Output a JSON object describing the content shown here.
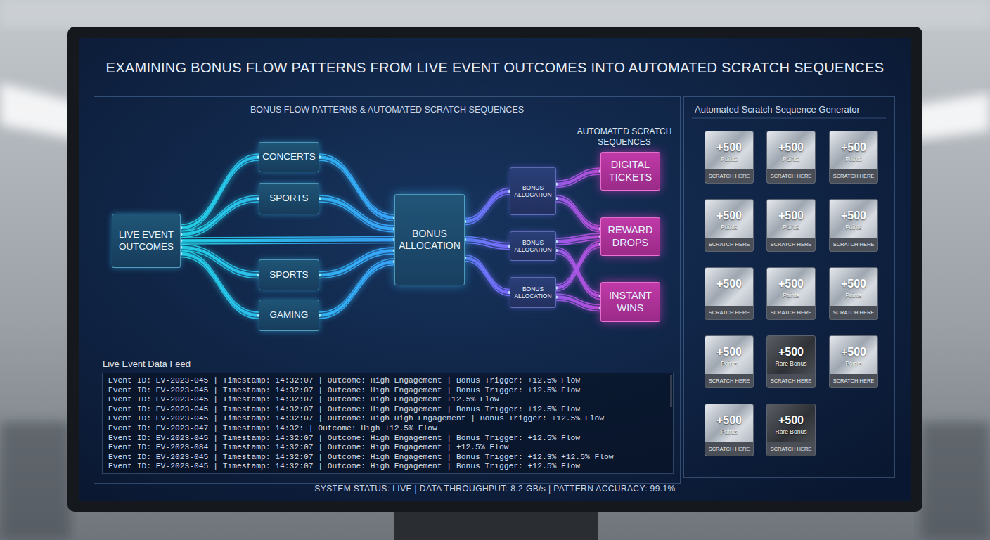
{
  "diagram": {
    "title": "EXAMINING BONUS FLOW PATTERNS FROM LIVE EVENT OUTCOMES INTO AUTOMATED SCRATCH SEQUENCES",
    "nodes": [
      {
        "text": [
          "BONUS FLOW PATTERNS & AUTOMATED SCRATCH SEQUENCES"
        ]
      },
      {
        "text": [
          "LIVE EVENT OUTCOMES"
        ],
        "in": 0
      },
      {
        "text": [
          "CONCERTS"
        ],
        "in": 0
      },
      {
        "text": [
          "SPORTS"
        ],
        "in": 0
      },
      {
        "text": [
          "SPORTS"
        ],
        "in": 0
      },
      {
        "text": [
          "GAMING"
        ],
        "in": 0
      },
      {
        "text": [
          "BONUS ALLOCATION"
        ],
        "in": 0
      },
      {
        "text": [
          "BONUS ALLOCATION"
        ],
        "in": 0
      },
      {
        "text": [
          "BONUS ALLOCATION"
        ],
        "in": 0
      },
      {
        "text": [
          "BONUS ALLOCATION"
        ],
        "in": 0
      },
      {
        "text": [
          "DIGITAL TICKETS"
        ],
        "in": 0
      },
      {
        "text": [
          "REWARD DROPS"
        ],
        "in": 0
      },
      {
        "text": [
          "INSTANT WINS"
        ],
        "in": 0
      },
      {
        "text": [
          "Live Event Data Feed",
          "Event ID: EV-2023-045 | Timestamp: 14:32:07 | Outcome: High Engagement | Bonus Trigger: +12.5% Flow",
          "Event ID: EV-2023-045 | Timestamp: 14:32:07 | Outcome: High Engagement | Bonus Trigger: +12.5% Flow",
          "Event ID: EV-2023-045 | Timestamp: 14:32:07 | Outcome: High Engagement +12.5% Flow",
          "Event ID: EV-2023-045 | Timestamp: 14:32:07 | Outcome: High Engagement | Bonus Trigger: +12.5% Flow",
          "Event ID: EV-2023-045 | Timestamp: 14:32:07 | Outcome: High High Engagement | Bonus Trigger: +12.5% Flow",
          "Event ID: EV-2023-047 | Timestamp: 14:32: | Outcome: High +12.5% Flow",
          "Event ID: EV-2023-045 | Timestamp: 14:32:07 | Outcome: High Engagement | Bonus Trigger: +12.5% Flow",
          "Event ID: EV-2023-084 | Timestamp: 14:32:07 | Outcome: High Engagement | +12.5% Flow",
          "Event ID: EV-2023-045 | Timestamp: 14:32:07 | Outcome: High Engagement | Bonus Trigger: +12.3% +12.5% Flow",
          "Event ID: EV-2023-045 | Timestamp: 14:32:07 | Outcome: High Engagement | Bonus Trigger: +12.5% Flow"
        ]
      },
      {
        "text": [
          "Automated Scratch Sequence Generator"
        ]
      },
      {
        "text": [
          "+500",
          "Points",
          "SCRATCH HERE"
        ],
        "in": 14
      },
      {
        "text": [
          "+500",
          "Points",
          "SCRATCH HERE"
        ],
        "in": 14
      },
      {
        "text": [
          "+500",
          "Points",
          "SCRATCH HERE"
        ],
        "in": 14
      },
      {
        "text": [
          "+500",
          "Points",
          "SCRATCH HERE"
        ],
        "in": 14
      },
      {
        "text": [
          "+500",
          "Points",
          "SCRATCH HERE"
        ],
        "in": 14
      },
      {
        "text": [
          "+500",
          "Points",
          "SCRATCH HERE"
        ],
        "in": 14
      },
      {
        "text": [
          "+500",
          "SCRATCH HERE"
        ],
        "in": 14
      },
      {
        "text": [
          "+500",
          "Points",
          "SCRATCH HERE"
        ],
        "in": 14
      },
      {
        "text": [
          "+500",
          "Points",
          "SCRATCH HERE"
        ],
        "in": 14
      },
      {
        "text": [
          "+500",
          "Points",
          "SCRATCH HERE"
        ],
        "in": 14
      },
      {
        "text": [
          "+500",
          "Rare Bonus",
          "SCRATCH HERE"
        ],
        "in": 14
      },
      {
        "text": [
          "+500",
          "Points",
          "SCRATCH HERE"
        ],
        "in": 14
      },
      {
        "text": [
          "+500",
          "Points",
          "SCRATCH HERE"
        ],
        "in": 14
      },
      {
        "text": [
          "+500",
          "Rare Bonus",
          "SCRATCH HERE"
        ],
        "in": 14
      }
    ],
    "edges": [
      {
        "from": 1,
        "to": 2,
        "arrow": "none"
      },
      {
        "from": 1,
        "to": 3,
        "arrow": "none"
      },
      {
        "from": 1,
        "to": 4,
        "arrow": "none"
      },
      {
        "from": 1,
        "to": 5,
        "arrow": "none"
      },
      {
        "from": 1,
        "to": 6,
        "arrow": "none"
      },
      {
        "from": 2,
        "to": 6,
        "arrow": "none"
      },
      {
        "from": 3,
        "to": 6,
        "arrow": "none"
      },
      {
        "from": 4,
        "to": 6,
        "arrow": "none"
      },
      {
        "from": 5,
        "to": 6,
        "arrow": "none"
      },
      {
        "from": 6,
        "to": 7,
        "arrow": "none"
      },
      {
        "from": 6,
        "to": 8,
        "arrow": "none"
      },
      {
        "from": 6,
        "to": 9,
        "arrow": "none"
      },
      {
        "from": 7,
        "to": 10,
        "arrow": "none"
      },
      {
        "from": 7,
        "to": 11,
        "arrow": "none"
      },
      {
        "from": 8,
        "to": 11,
        "arrow": "none"
      },
      {
        "from": 8,
        "to": 12,
        "arrow": "none"
      },
      {
        "from": 9,
        "to": 11,
        "arrow": "none"
      },
      {
        "from": 9,
        "to": 12,
        "arrow": "none"
      }
    ],
    "labels": [
      "AUTOMATED SCRATCH SEQUENCES",
      "SYSTEM STATUS: LIVE | DATA THROUGHPUT: 8.2 GB/s | PATTERN ACCURACY: 99.1%"
    ]
  }
}
